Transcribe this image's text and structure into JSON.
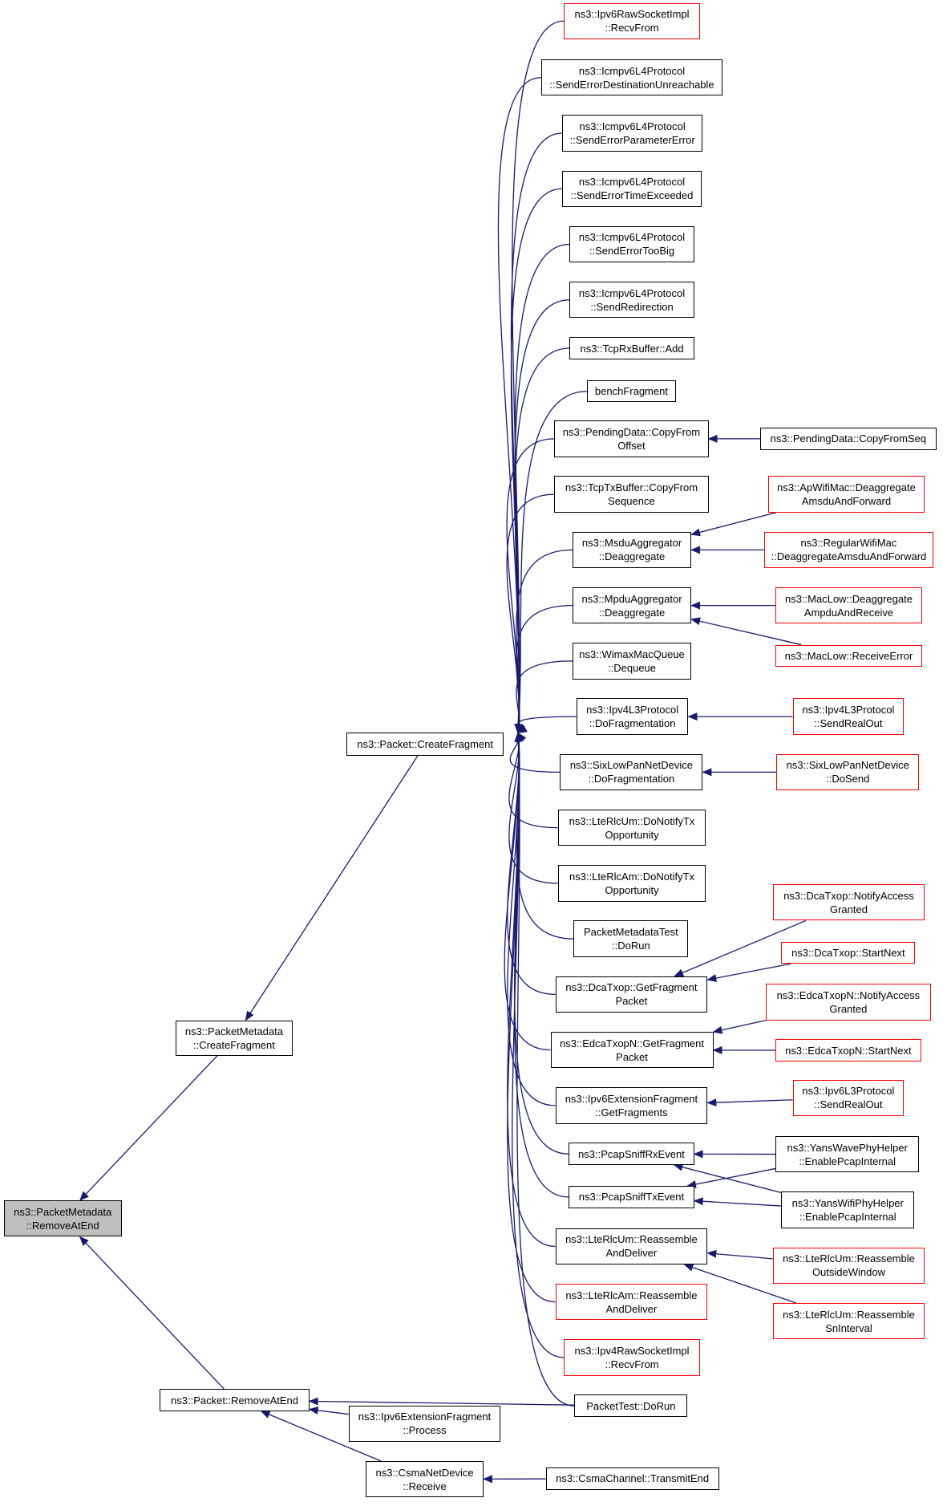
{
  "graph": {
    "edge_color": "#191970",
    "node_border_color": "#000000",
    "truncated_node_border_color": "#ff0000",
    "root_fill_color": "#bfbfbf",
    "nodes": [
      {
        "id": "root",
        "lines": [
          "ns3::PacketMetadata",
          "::RemoveAtEnd"
        ],
        "style": "root"
      },
      {
        "id": "pm_cf",
        "lines": [
          "ns3::PacketMetadata",
          "::CreateFragment"
        ],
        "style": "normal"
      },
      {
        "id": "pkt_rae",
        "lines": [
          "ns3::Packet::RemoveAtEnd"
        ],
        "style": "normal"
      },
      {
        "id": "pkt_cf",
        "lines": [
          "ns3::Packet::CreateFragment"
        ],
        "style": "normal"
      },
      {
        "id": "ipv6raw",
        "lines": [
          "ns3::Ipv6RawSocketImpl",
          "::RecvFrom"
        ],
        "style": "red"
      },
      {
        "id": "icmp_sedu",
        "lines": [
          "ns3::Icmpv6L4Protocol",
          "::SendErrorDestinationUnreachable"
        ],
        "style": "normal"
      },
      {
        "id": "icmp_sepe",
        "lines": [
          "ns3::Icmpv6L4Protocol",
          "::SendErrorParameterError"
        ],
        "style": "normal"
      },
      {
        "id": "icmp_sete",
        "lines": [
          "ns3::Icmpv6L4Protocol",
          "::SendErrorTimeExceeded"
        ],
        "style": "normal"
      },
      {
        "id": "icmp_setb",
        "lines": [
          "ns3::Icmpv6L4Protocol",
          "::SendErrorTooBig"
        ],
        "style": "normal"
      },
      {
        "id": "icmp_sr",
        "lines": [
          "ns3::Icmpv6L4Protocol",
          "::SendRedirection"
        ],
        "style": "normal"
      },
      {
        "id": "tcprx_add",
        "lines": [
          "ns3::TcpRxBuffer::Add"
        ],
        "style": "normal"
      },
      {
        "id": "benchfrag",
        "lines": [
          "benchFragment"
        ],
        "style": "normal"
      },
      {
        "id": "pd_cfo",
        "lines": [
          "ns3::PendingData::CopyFrom",
          "Offset"
        ],
        "style": "normal"
      },
      {
        "id": "pd_cfs",
        "lines": [
          "ns3::PendingData::CopyFromSeq"
        ],
        "style": "normal"
      },
      {
        "id": "tcptx_cfs",
        "lines": [
          "ns3::TcpTxBuffer::CopyFrom",
          "Sequence"
        ],
        "style": "normal"
      },
      {
        "id": "msdu_d",
        "lines": [
          "ns3::MsduAggregator",
          "::Deaggregate"
        ],
        "style": "normal"
      },
      {
        "id": "ap_daf",
        "lines": [
          "ns3::ApWifiMac::Deaggregate",
          "AmsduAndForward"
        ],
        "style": "red"
      },
      {
        "id": "reg_daf",
        "lines": [
          "ns3::RegularWifiMac",
          "::DeaggregateAmsduAndForward"
        ],
        "style": "red"
      },
      {
        "id": "mpdu_d",
        "lines": [
          "ns3::MpduAggregator",
          "::Deaggregate"
        ],
        "style": "normal"
      },
      {
        "id": "maclow_dar",
        "lines": [
          "ns3::MacLow::Deaggregate",
          "AmpduAndReceive"
        ],
        "style": "red"
      },
      {
        "id": "maclow_re",
        "lines": [
          "ns3::MacLow::ReceiveError"
        ],
        "style": "red"
      },
      {
        "id": "wimax_dq",
        "lines": [
          "ns3::WimaxMacQueue",
          "::Dequeue"
        ],
        "style": "normal"
      },
      {
        "id": "ipv4l3_df",
        "lines": [
          "ns3::Ipv4L3Protocol",
          "::DoFragmentation"
        ],
        "style": "normal"
      },
      {
        "id": "ipv4l3_sro",
        "lines": [
          "ns3::Ipv4L3Protocol",
          "::SendRealOut"
        ],
        "style": "red"
      },
      {
        "id": "sixlow_df",
        "lines": [
          "ns3::SixLowPanNetDevice",
          "::DoFragmentation"
        ],
        "style": "normal"
      },
      {
        "id": "sixlow_ds",
        "lines": [
          "ns3::SixLowPanNetDevice",
          "::DoSend"
        ],
        "style": "red"
      },
      {
        "id": "rlcum_dnto",
        "lines": [
          "ns3::LteRlcUm::DoNotifyTx",
          "Opportunity"
        ],
        "style": "normal"
      },
      {
        "id": "rlcam_dnto",
        "lines": [
          "ns3::LteRlcAm::DoNotifyTx",
          "Opportunity"
        ],
        "style": "normal"
      },
      {
        "id": "pmtest_dorun",
        "lines": [
          "PacketMetadataTest",
          "::DoRun"
        ],
        "style": "normal"
      },
      {
        "id": "dca_gfp",
        "lines": [
          "ns3::DcaTxop::GetFragment",
          "Packet"
        ],
        "style": "normal"
      },
      {
        "id": "dca_nag",
        "lines": [
          "ns3::DcaTxop::NotifyAccess",
          "Granted"
        ],
        "style": "red"
      },
      {
        "id": "dca_sn",
        "lines": [
          "ns3::DcaTxop::StartNext"
        ],
        "style": "red"
      },
      {
        "id": "edca_gfp",
        "lines": [
          "ns3::EdcaTxopN::GetFragment",
          "Packet"
        ],
        "style": "normal"
      },
      {
        "id": "edca_nag",
        "lines": [
          "ns3::EdcaTxopN::NotifyAccess",
          "Granted"
        ],
        "style": "red"
      },
      {
        "id": "edca_sn",
        "lines": [
          "ns3::EdcaTxopN::StartNext"
        ],
        "style": "red"
      },
      {
        "id": "ipv6ef_gf",
        "lines": [
          "ns3::Ipv6ExtensionFragment",
          "::GetFragments"
        ],
        "style": "normal"
      },
      {
        "id": "ipv6l3_sro",
        "lines": [
          "ns3::Ipv6L3Protocol",
          "::SendRealOut"
        ],
        "style": "red"
      },
      {
        "id": "pcap_rx",
        "lines": [
          "ns3::PcapSniffRxEvent"
        ],
        "style": "normal"
      },
      {
        "id": "pcap_tx",
        "lines": [
          "ns3::PcapSniffTxEvent"
        ],
        "style": "normal"
      },
      {
        "id": "yanswave_epi",
        "lines": [
          "ns3::YansWavePhyHelper",
          "::EnablePcapInternal"
        ],
        "style": "normal"
      },
      {
        "id": "yanswifi_epi",
        "lines": [
          "ns3::YansWifiPhyHelper",
          "::EnablePcapInternal"
        ],
        "style": "normal"
      },
      {
        "id": "rlcum_rad",
        "lines": [
          "ns3::LteRlcUm::Reassemble",
          "AndDeliver"
        ],
        "style": "normal"
      },
      {
        "id": "rlcum_row",
        "lines": [
          "ns3::LteRlcUm::Reassemble",
          "OutsideWindow"
        ],
        "style": "red"
      },
      {
        "id": "rlcum_rsi",
        "lines": [
          "ns3::LteRlcUm::Reassemble",
          "SnInterval"
        ],
        "style": "red"
      },
      {
        "id": "rlcam_rad",
        "lines": [
          "ns3::LteRlcAm::Reassemble",
          "AndDeliver"
        ],
        "style": "red"
      },
      {
        "id": "ipv4raw",
        "lines": [
          "ns3::Ipv4RawSocketImpl",
          "::RecvFrom"
        ],
        "style": "red"
      },
      {
        "id": "pkttest_dorun",
        "lines": [
          "PacketTest::DoRun"
        ],
        "style": "normal"
      },
      {
        "id": "ipv6ef_proc",
        "lines": [
          "ns3::Ipv6ExtensionFragment",
          "::Process"
        ],
        "style": "normal"
      },
      {
        "id": "csma_recv",
        "lines": [
          "ns3::CsmaNetDevice",
          "::Receive"
        ],
        "style": "normal"
      },
      {
        "id": "csmach_te",
        "lines": [
          "ns3::CsmaChannel::TransmitEnd"
        ],
        "style": "normal"
      }
    ],
    "edges": [
      {
        "from": "pm_cf",
        "to": "root"
      },
      {
        "from": "pkt_rae",
        "to": "root"
      },
      {
        "from": "pkt_cf",
        "to": "pm_cf"
      },
      {
        "from": "ipv6raw",
        "to": "pkt_cf"
      },
      {
        "from": "icmp_sedu",
        "to": "pkt_cf"
      },
      {
        "from": "icmp_sepe",
        "to": "pkt_cf"
      },
      {
        "from": "icmp_sete",
        "to": "pkt_cf"
      },
      {
        "from": "icmp_setb",
        "to": "pkt_cf"
      },
      {
        "from": "icmp_sr",
        "to": "pkt_cf"
      },
      {
        "from": "tcprx_add",
        "to": "pkt_cf"
      },
      {
        "from": "benchfrag",
        "to": "pkt_cf"
      },
      {
        "from": "pd_cfo",
        "to": "pkt_cf"
      },
      {
        "from": "tcptx_cfs",
        "to": "pkt_cf"
      },
      {
        "from": "msdu_d",
        "to": "pkt_cf"
      },
      {
        "from": "mpdu_d",
        "to": "pkt_cf"
      },
      {
        "from": "wimax_dq",
        "to": "pkt_cf"
      },
      {
        "from": "ipv4l3_df",
        "to": "pkt_cf"
      },
      {
        "from": "sixlow_df",
        "to": "pkt_cf"
      },
      {
        "from": "rlcum_dnto",
        "to": "pkt_cf"
      },
      {
        "from": "rlcam_dnto",
        "to": "pkt_cf"
      },
      {
        "from": "pmtest_dorun",
        "to": "pkt_cf"
      },
      {
        "from": "dca_gfp",
        "to": "pkt_cf"
      },
      {
        "from": "edca_gfp",
        "to": "pkt_cf"
      },
      {
        "from": "ipv6ef_gf",
        "to": "pkt_cf"
      },
      {
        "from": "pcap_rx",
        "to": "pkt_cf"
      },
      {
        "from": "pcap_tx",
        "to": "pkt_cf"
      },
      {
        "from": "rlcum_rad",
        "to": "pkt_cf"
      },
      {
        "from": "rlcam_rad",
        "to": "pkt_cf"
      },
      {
        "from": "ipv4raw",
        "to": "pkt_cf"
      },
      {
        "from": "pkttest_dorun",
        "to": "pkt_cf"
      },
      {
        "from": "pd_cfs",
        "to": "pd_cfo"
      },
      {
        "from": "ap_daf",
        "to": "msdu_d"
      },
      {
        "from": "reg_daf",
        "to": "msdu_d"
      },
      {
        "from": "maclow_dar",
        "to": "mpdu_d"
      },
      {
        "from": "maclow_re",
        "to": "mpdu_d"
      },
      {
        "from": "ipv4l3_sro",
        "to": "ipv4l3_df"
      },
      {
        "from": "sixlow_ds",
        "to": "sixlow_df"
      },
      {
        "from": "dca_nag",
        "to": "dca_gfp"
      },
      {
        "from": "dca_sn",
        "to": "dca_gfp"
      },
      {
        "from": "edca_nag",
        "to": "edca_gfp"
      },
      {
        "from": "edca_sn",
        "to": "edca_gfp"
      },
      {
        "from": "ipv6l3_sro",
        "to": "ipv6ef_gf"
      },
      {
        "from": "yanswave_epi",
        "to": "pcap_rx"
      },
      {
        "from": "yanswifi_epi",
        "to": "pcap_rx"
      },
      {
        "from": "yanswave_epi",
        "to": "pcap_tx"
      },
      {
        "from": "yanswifi_epi",
        "to": "pcap_tx"
      },
      {
        "from": "rlcum_row",
        "to": "rlcum_rad"
      },
      {
        "from": "rlcum_rsi",
        "to": "rlcum_rad"
      },
      {
        "from": "pkttest_dorun",
        "to": "pkt_rae"
      },
      {
        "from": "ipv6ef_proc",
        "to": "pkt_rae"
      },
      {
        "from": "csma_recv",
        "to": "pkt_rae"
      },
      {
        "from": "csmach_te",
        "to": "csma_recv"
      }
    ]
  }
}
